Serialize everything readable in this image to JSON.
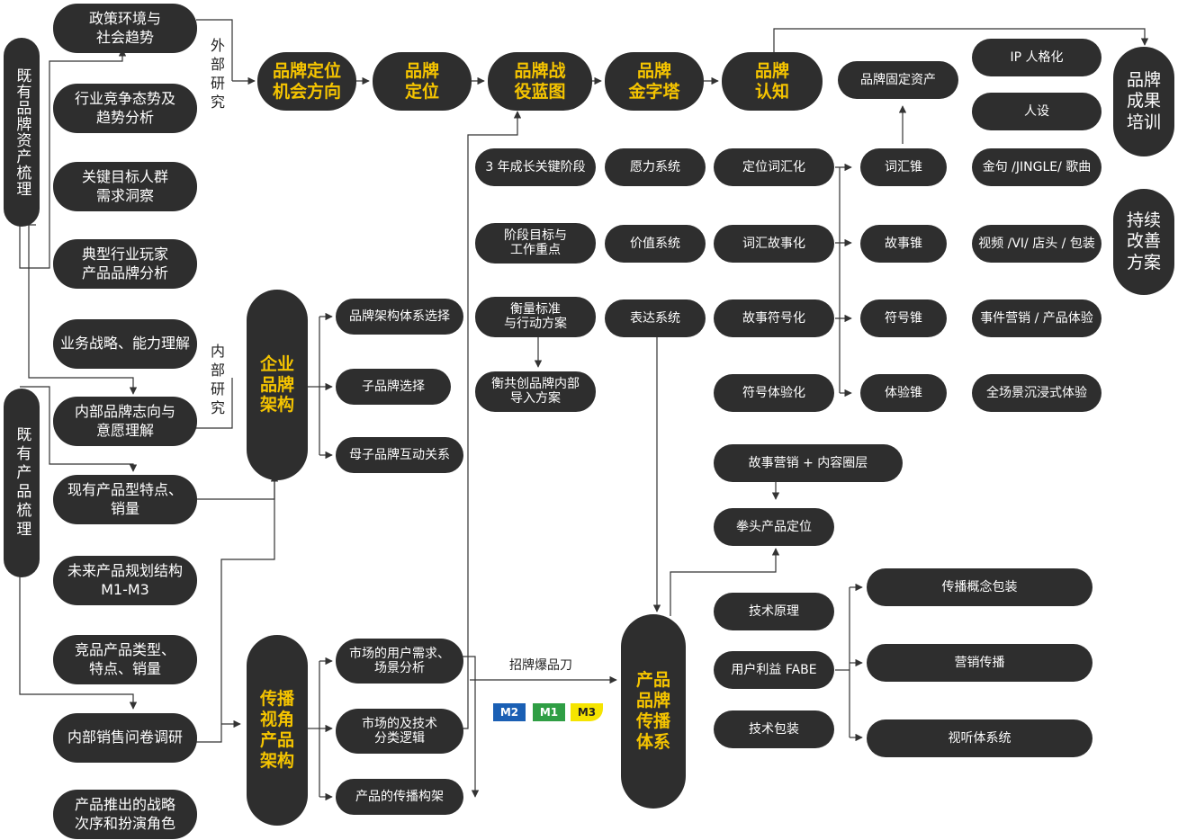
{
  "groups": {
    "brand_assets": "既有品牌资产梳理",
    "product_assets": "既有产品梳理"
  },
  "research_labels": {
    "external": "外部研究",
    "internal": "内部研究"
  },
  "left_items": {
    "policy": "政策环境与\n社会趋势",
    "industry": "行业竞争态势及\n趋势分析",
    "audience": "关键目标人群\n需求洞察",
    "players": "典型行业玩家\n产品品牌分析",
    "strategy": "业务战略、能力理解",
    "internal_brand": "内部品牌志向与\n意愿理解",
    "current_products": "现有产品型特点、\n销量",
    "future_products": "未来产品规划结构\nM1-M3",
    "competitor_products": "竞品产品类型、\n特点、销量",
    "survey": "内部销售问卷调研",
    "launch_order": "产品推出的战略\n次序和扮演角色"
  },
  "main_flow": {
    "opportunity": "品牌定位\n机会方向",
    "positioning": "品牌\n定位",
    "blueprint": "品牌战\n役蓝图",
    "pyramid": "品牌\n金字塔",
    "cognition": "品牌\n认知"
  },
  "structure": {
    "enterprise": "企业\n品牌\n架构",
    "enterprise_items": [
      "品牌架构体系选择",
      "子品牌选择",
      "母子品牌互动关系"
    ],
    "communication": "传播\n视角\n产品\n架构",
    "communication_items": [
      "市场的用户需求、\n场景分析",
      "市场的及技术\n分类逻辑",
      "产品的传播构架"
    ]
  },
  "blueprint_items": [
    "3 年成长关键阶段",
    "阶段目标与\n工作重点",
    "衡量标准\n与行动方案",
    "衡共创品牌内部\n导入方案"
  ],
  "pyramid_items": [
    "愿力系统",
    "价值系统",
    "表达系统"
  ],
  "cognition_items": [
    "定位词汇化",
    "词汇故事化",
    "故事符号化",
    "符号体验化"
  ],
  "anchors": {
    "fixed_asset": "品牌固定资产",
    "items": [
      "词汇锥",
      "故事锥",
      "符号锥",
      "体验锥"
    ]
  },
  "expressions": [
    "IP 人格化",
    "人设",
    "金句 /JINGLE/ 歌曲",
    "视频 /VI/ 店头 / 包装",
    "事件营销 / 产品体验",
    "全场景沉浸式体验"
  ],
  "outcomes": {
    "training": "品牌\n成果\n培训",
    "improve": "持续\n改善\n方案"
  },
  "product_brand": {
    "title": "产品\n品牌\n传播\n体系",
    "story_marketing": "故事营销 + 内容圈层",
    "hero_product": "拳头产品定位",
    "tech_items": [
      "技术原理",
      "用户利益 FABE",
      "技术包装"
    ],
    "comm_items": [
      "传播概念包装",
      "营销传播",
      "视听体系统"
    ]
  },
  "hero_label": "招牌爆品刀",
  "badges": [
    {
      "label": "M2",
      "bg": "#1a5fb4",
      "fg": "#ffffff"
    },
    {
      "label": "M1",
      "bg": "#2f9e44",
      "fg": "#ffffff"
    },
    {
      "label": "M3",
      "bg": "#f5e400",
      "fg": "#222222"
    }
  ],
  "colors": {
    "node": "#2e2e2e",
    "accent": "#f5c400",
    "line": "#333333"
  }
}
